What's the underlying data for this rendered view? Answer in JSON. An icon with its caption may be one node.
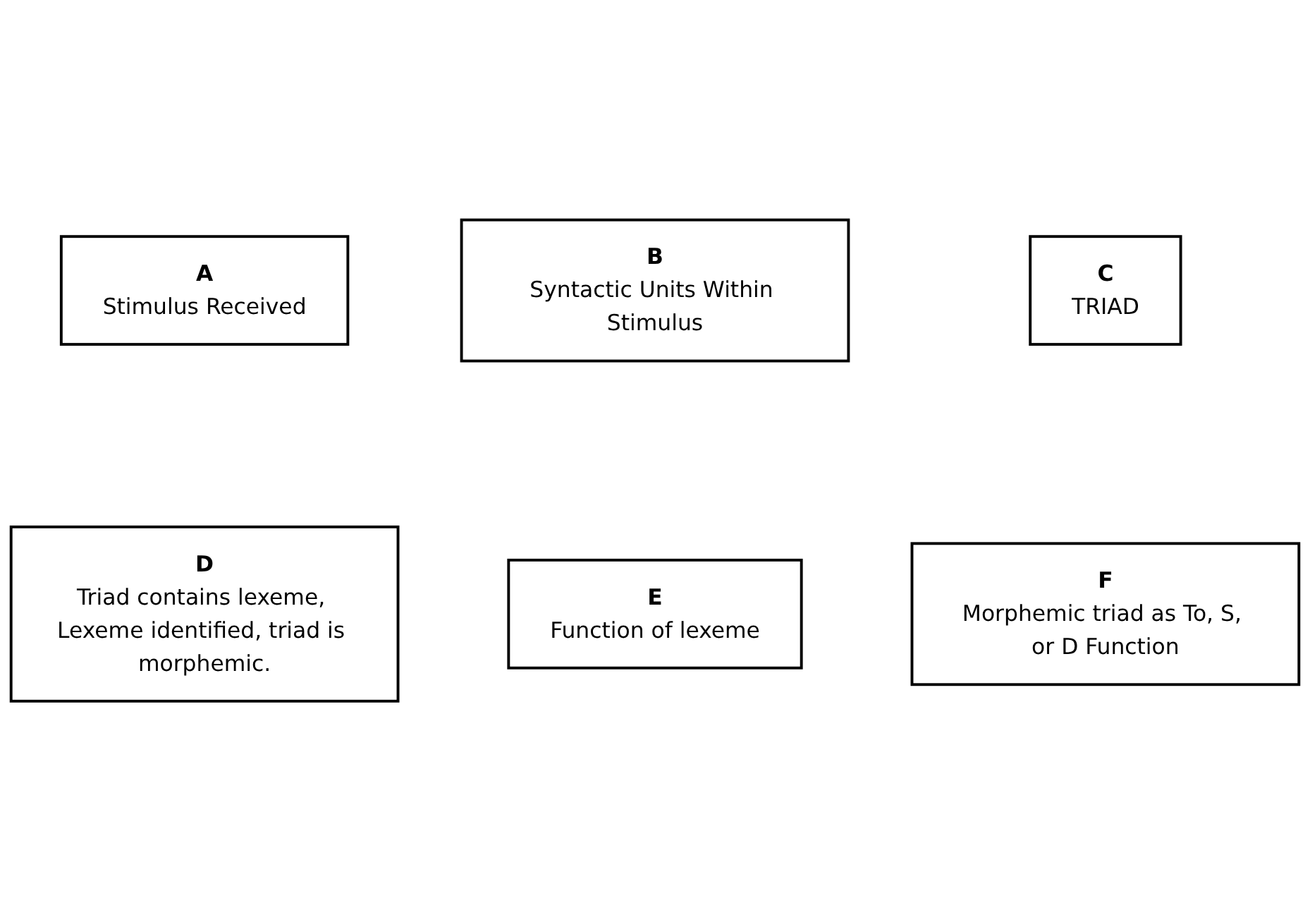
{
  "diagram": {
    "nodes": [
      {
        "text": [
          "A",
          "Stimulus Received"
        ]
      },
      {
        "text": [
          "B",
          "Syntactic Units Within Stimulus"
        ]
      },
      {
        "text": [
          "C",
          "TRIAD"
        ]
      },
      {
        "text": [
          "D",
          "Triad contains lexeme, Lexeme identified, triad is morphemic."
        ]
      },
      {
        "text": [
          "E",
          "Function of lexeme"
        ]
      },
      {
        "text": [
          "F",
          "Morphemic triad as To, S, or D Function"
        ]
      }
    ]
  }
}
